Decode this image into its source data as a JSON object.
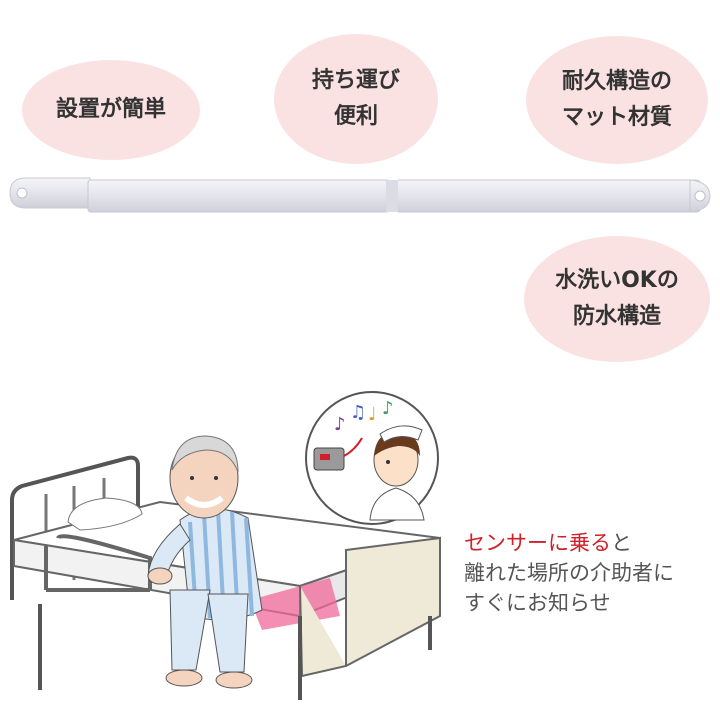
{
  "features": [
    {
      "lines": [
        "設置が簡単"
      ]
    },
    {
      "lines": [
        "持ち運び",
        "便利"
      ]
    },
    {
      "lines": [
        "耐久構造の",
        "マット材質"
      ]
    },
    {
      "lines": [
        "水洗いOKの",
        "防水構造"
      ]
    }
  ],
  "caption": {
    "highlight": "センサーに乗る",
    "suffix": "と",
    "line2": "離れた場所の介助者に",
    "line3": "すぐにお知らせ"
  },
  "colors": {
    "bubble": "#fbe2e2",
    "highlight": "#d0202a",
    "sensor": "#e6e6ee",
    "pajama_stripe": "#8fb8e0",
    "sensor_on_bed": "#f06a9a"
  },
  "icons": [
    "sensor-mat-icon",
    "music-notes-icon",
    "nurse-call-receiver-icon",
    "nurse-icon",
    "elderly-man-icon",
    "care-bed-icon"
  ]
}
